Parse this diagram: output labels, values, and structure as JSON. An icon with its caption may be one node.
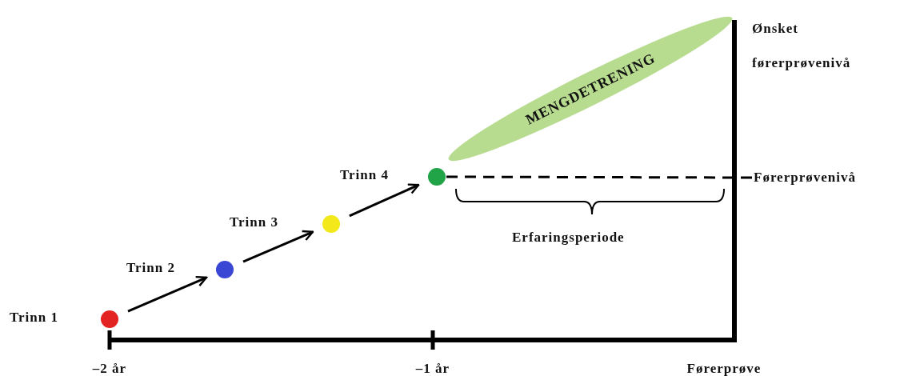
{
  "diagram": {
    "nodes": [
      {
        "text": [],
        "shape": "circle",
        "beside": [
          "Trinn 1"
        ]
      },
      {
        "text": [],
        "shape": "circle",
        "beside": [
          "Trinn 2"
        ]
      },
      {
        "text": [],
        "shape": "circle",
        "beside": [
          "Trinn 3"
        ]
      },
      {
        "text": [],
        "shape": "circle",
        "beside": [
          "Trinn 4"
        ]
      },
      {
        "text": [
          "MENGDETRENING"
        ]
      },
      {
        "text": [
          "Førerprøvenivå"
        ]
      }
    ],
    "edges": [
      {
        "from": 0,
        "to": 1,
        "arrow": "to"
      },
      {
        "from": 1,
        "to": 2,
        "arrow": "to"
      },
      {
        "from": 2,
        "to": 3,
        "arrow": "to"
      },
      {
        "from": 3,
        "to": 5,
        "arrow": "none",
        "style": "dashed"
      }
    ],
    "labels": [
      "Ønsket førerprøvenivå",
      "Erfaringsperiode",
      "–2 år",
      "–1 år",
      "Førerprøve"
    ]
  }
}
